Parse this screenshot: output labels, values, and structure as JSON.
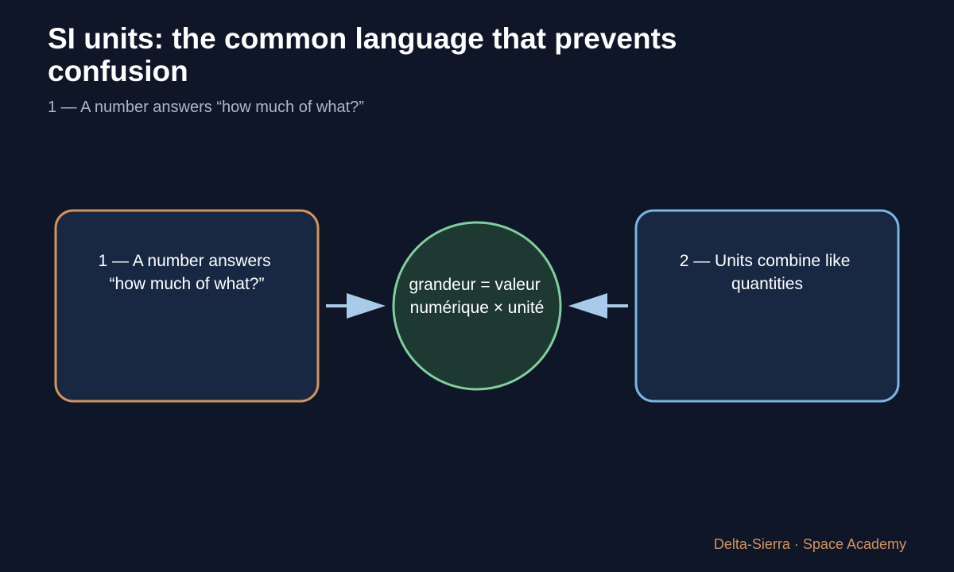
{
  "title": "SI units: the common language that prevents confusion",
  "subtitle": "1 — A number answers “how much of what?”",
  "nodes": {
    "left": {
      "lines": [
        "1 — A number answers",
        "“how much of what?”"
      ],
      "stroke": "#d4935a",
      "fill": "#182843"
    },
    "center": {
      "lines": [
        "grandeur = valeur",
        "numérique × unité"
      ],
      "stroke": "#7fcf9c",
      "fill": "#1e3832"
    },
    "right": {
      "lines": [
        "2 — Units combine like",
        "quantities"
      ],
      "stroke": "#78b7e2",
      "fill": "#182843"
    }
  },
  "arrow_color": "#a7cbe8",
  "footer": "Delta-Sierra · Space Academy",
  "colors": {
    "background": "#0e1628",
    "title": "#ffffff",
    "subtitle": "#a9b8cb",
    "footer": "#d4935a"
  }
}
